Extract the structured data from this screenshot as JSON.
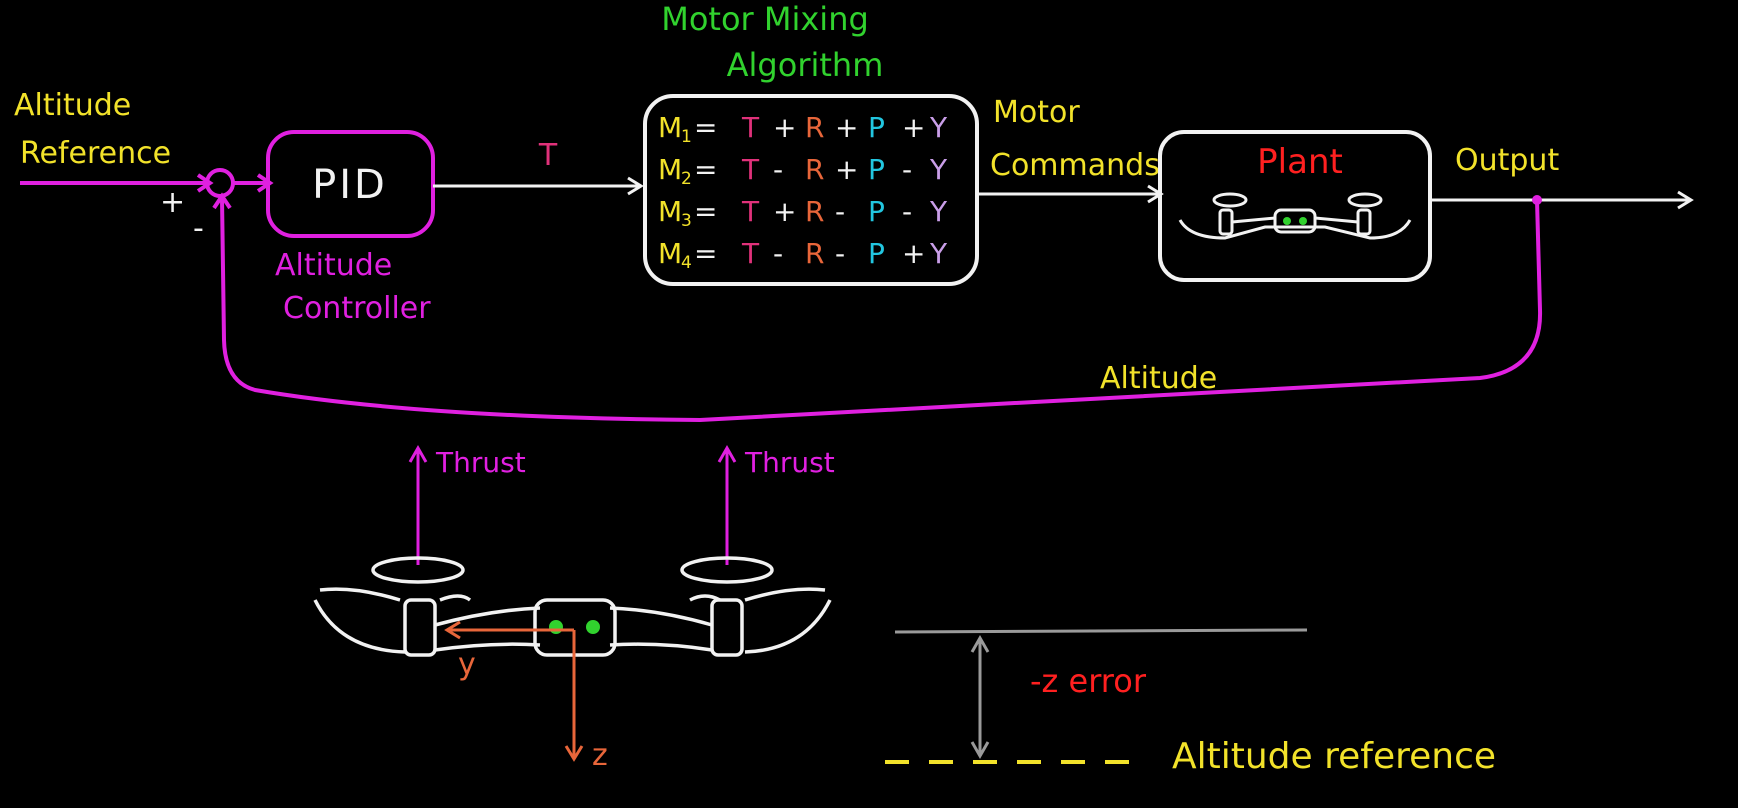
{
  "title": {
    "line1": "Motor Mixing",
    "line2": "Algorithm"
  },
  "input": {
    "line1": "Altitude",
    "line2": "Reference"
  },
  "summer": {
    "plus": "+",
    "minus": "-"
  },
  "pid": {
    "label": "PID",
    "caption_line1": "Altitude",
    "caption_line2": "Controller"
  },
  "thrust_signal": "T",
  "mixing": {
    "equations": [
      {
        "m": "M",
        "sub": "1",
        "terms": [
          [
            "=",
            ""
          ],
          [
            "T",
            "t"
          ],
          [
            "+",
            ""
          ],
          [
            "R",
            "r"
          ],
          [
            "+",
            ""
          ],
          [
            "P",
            "p"
          ],
          [
            "+",
            ""
          ],
          [
            "Y",
            "y"
          ]
        ]
      },
      {
        "m": "M",
        "sub": "2",
        "terms": [
          [
            "=",
            ""
          ],
          [
            "T",
            "t"
          ],
          [
            "-",
            ""
          ],
          [
            "R",
            "r"
          ],
          [
            "+",
            ""
          ],
          [
            "P",
            "p"
          ],
          [
            "-",
            ""
          ],
          [
            "Y",
            "y"
          ]
        ]
      },
      {
        "m": "M",
        "sub": "3",
        "terms": [
          [
            "=",
            ""
          ],
          [
            "T",
            "t"
          ],
          [
            "+",
            ""
          ],
          [
            "R",
            "r"
          ],
          [
            "-",
            ""
          ],
          [
            "P",
            "p"
          ],
          [
            "-",
            ""
          ],
          [
            "Y",
            "y"
          ]
        ]
      },
      {
        "m": "M",
        "sub": "4",
        "terms": [
          [
            "=",
            ""
          ],
          [
            "T",
            "t"
          ],
          [
            "-",
            ""
          ],
          [
            "R",
            "r"
          ],
          [
            "-",
            ""
          ],
          [
            "P",
            "p"
          ],
          [
            "+",
            ""
          ],
          [
            "Y",
            "y"
          ]
        ]
      }
    ]
  },
  "motor_commands": {
    "line1": "Motor",
    "line2": "Commands"
  },
  "plant": {
    "label": "Plant"
  },
  "output_label": "Output",
  "feedback_label": "Altitude",
  "thrust_left": "Thrust",
  "thrust_right": "Thrust",
  "axis_y": "y",
  "axis_z": "z",
  "error_label": "-z error",
  "reference_label": "Altitude reference",
  "colors": {
    "background": "#000000",
    "magenta": "#e020e0",
    "yellow": "#f2e22a",
    "green": "#31d22e",
    "white": "#f2f2f2",
    "red": "#ff2020",
    "gray": "#9a9a9a",
    "orange": "#e8663a",
    "t": "#e0317a",
    "r": "#e8663a",
    "p": "#22c6e0",
    "y": "#c99ee8"
  }
}
